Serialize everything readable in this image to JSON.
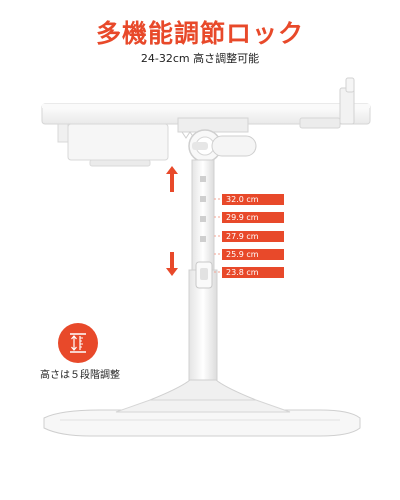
{
  "header": {
    "title": "多機能調節ロック",
    "subtitle": "24-32cm 高さ調整可能"
  },
  "heights": [
    "32.0 cm",
    "29.9 cm",
    "27.9 cm",
    "25.9 cm",
    "23.8 cm"
  ],
  "feature": {
    "label": "高さは５段階調整",
    "icon": "height-ruler-icon"
  },
  "colors": {
    "accent": "#e8492a",
    "product": "#f4f4f4"
  },
  "icons": [
    "arrow-up-icon",
    "arrow-down-icon",
    "height-ruler-icon"
  ]
}
